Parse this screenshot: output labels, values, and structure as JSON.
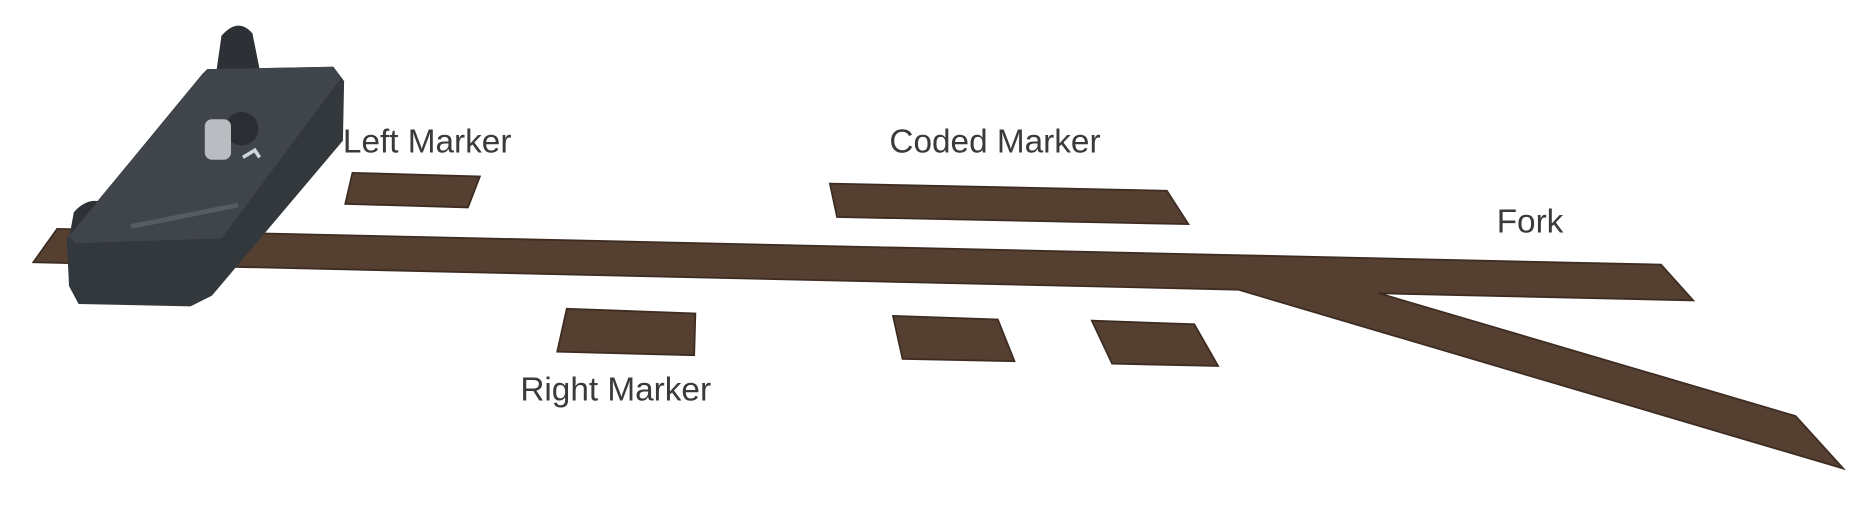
{
  "labels": {
    "left_marker": "Left Marker",
    "coded_marker": "Coded Marker",
    "fork": "Fork",
    "right_marker": "Right Marker"
  },
  "colors": {
    "tape": "#553f31",
    "sensor_body": "#33383d",
    "text": "#3a3a3a"
  }
}
